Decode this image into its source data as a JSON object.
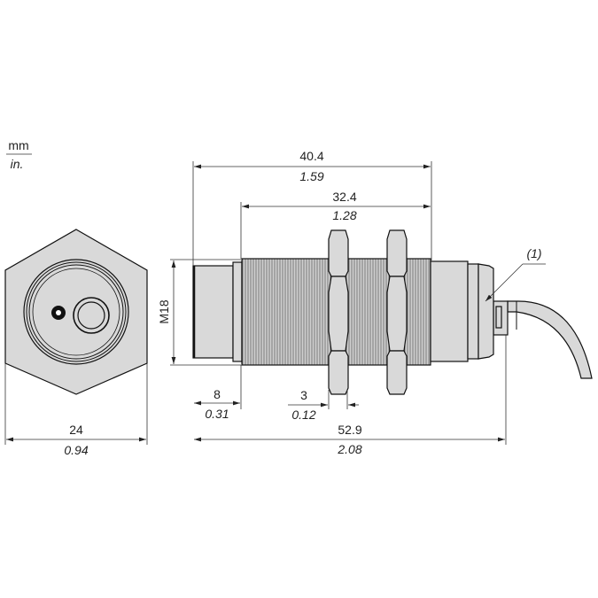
{
  "units": {
    "primary": "mm",
    "secondary": "in."
  },
  "dimensions": {
    "hex_width": {
      "mm": "24",
      "in": "0.94"
    },
    "length_to_rear": {
      "mm": "40.4",
      "in": "1.59"
    },
    "thread_length": {
      "mm": "32.4",
      "in": "1.28"
    },
    "front_cap": {
      "mm": "8",
      "in": "0.31"
    },
    "nut_thickness": {
      "mm": "3",
      "in": "0.12"
    },
    "overall_length": {
      "mm": "52.9",
      "in": "2.08"
    },
    "thread": "M18"
  },
  "callout": "(1)",
  "colors": {
    "body": "#d9d9d9",
    "outline": "#111111"
  }
}
